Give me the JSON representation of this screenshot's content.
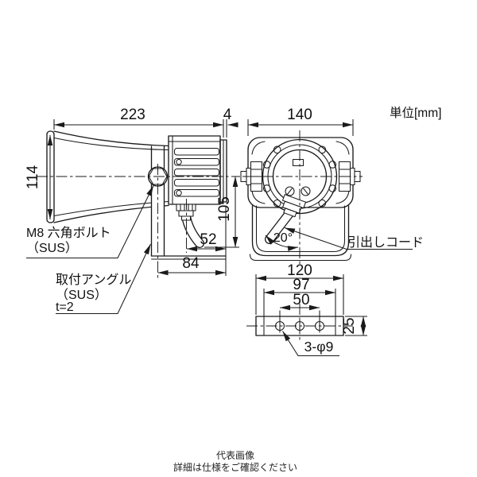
{
  "colors": {
    "line": "#1a1a1a",
    "background": "#ffffff"
  },
  "units_label": "単位[mm]",
  "side_view": {
    "dims": {
      "width": "223",
      "rear_gap": "4",
      "mouth_height": "114",
      "body_height": "105",
      "cord_offset": "52",
      "bracket_depth": "84"
    },
    "labels": {
      "bolt_line1": "M8 六角ボルト",
      "bolt_line2": "（SUS）",
      "bracket_line1": "取付アングル",
      "bracket_line2": "（SUS）",
      "bracket_line3": "t=2"
    }
  },
  "rear_view": {
    "dims": {
      "width": "140",
      "cord_angle": "20°"
    },
    "labels": {
      "cord": "引出しコード"
    }
  },
  "bottom_view": {
    "dims": {
      "outer_width": "120",
      "bend_width": "97",
      "hole_pitch": "50",
      "depth": "25"
    },
    "labels": {
      "holes": "3-φ9"
    }
  },
  "footer": {
    "line1": "代表画像",
    "line2": "詳細は仕様をご確認ください"
  }
}
